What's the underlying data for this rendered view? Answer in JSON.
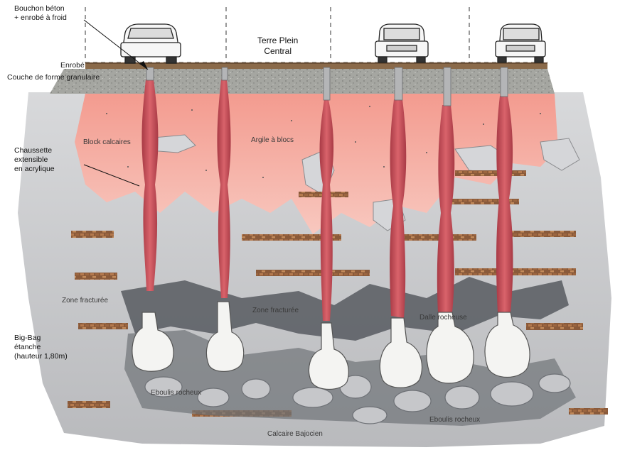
{
  "annotations": {
    "plug": "Bouchon béton\n+ enrobé à froid",
    "sock": "Chaussette\nextensible\nen acrylique",
    "bigbag": "Big-Bag\nétanche\n(hauteur 1,80m)",
    "median": "Terre Plein\nCentral"
  },
  "layers": {
    "enrobe": "Enrobé",
    "couche": "Couche de forme granulaire",
    "block": "Block calcaires",
    "argile": "Argile à blocs",
    "zone_left": "Zone fracturée",
    "zone_mid": "Zone fracturée",
    "dalle": "Dalle rocheuse",
    "eboulis_left": "Eboulis rocheux",
    "eboulis_right": "Eboulis rocheux",
    "calcaire": "Calcaire Bajocien"
  },
  "colors": {
    "asphalt": "#8a6a4a",
    "gravel": "#a9aaa5",
    "clay": "#f2a79d",
    "column": "#c9505a",
    "rock": "#c8c9cc",
    "dark_rock": "#5a5e63",
    "bag": "#f4f4f2"
  },
  "icons": [
    "car-icon",
    "car-rear-icon"
  ]
}
